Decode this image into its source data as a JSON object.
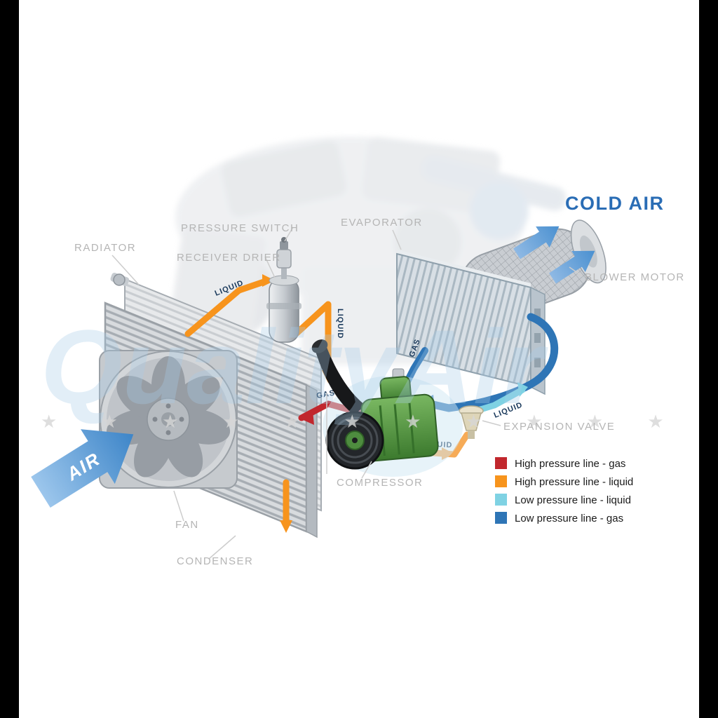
{
  "watermark": {
    "text": "QualityAir",
    "stars": "★ ★ ★ ★ ★ ★ ★ ★ ★ ★ ★ ★",
    "color": "#a8cde9"
  },
  "labels": {
    "radiator": "RADIATOR",
    "pressure_switch": "PRESSURE SWITCH",
    "receiver_drier": "RECEIVER DRIER",
    "evaporator": "EVAPORATOR",
    "blower_motor": "BLOWER MOTOR",
    "cold_air": "COLD AIR",
    "expansion_valve": "EXPANSION VALVE",
    "compressor": "COMPRESSOR",
    "fan": "FAN",
    "condenser": "CONDENSER",
    "air": "AIR"
  },
  "pipe_labels": {
    "liquid": "LIQUID",
    "gas": "GAS"
  },
  "legend": {
    "items": [
      {
        "label": "High pressure line - gas",
        "color": "#c1272d"
      },
      {
        "label": "High pressure line - liquid",
        "color": "#f7941d"
      },
      {
        "label": "Low pressure line - liquid",
        "color": "#7fd2e3"
      },
      {
        "label": "Low pressure line -  gas",
        "color": "#2e75b6"
      }
    ]
  },
  "colors": {
    "cold_air_text": "#2a6db5",
    "air_arrow": "#4a90d0",
    "label_gray": "#b5b5b5",
    "side_bars": "#000000"
  }
}
